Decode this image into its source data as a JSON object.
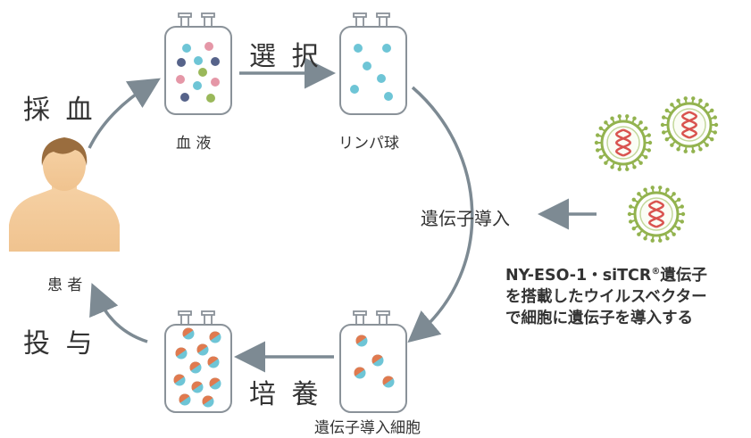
{
  "steps": {
    "collection": "採 血",
    "selection": "選 択",
    "gene_transfer": "遺伝子導入",
    "culture": "培 養",
    "administration": "投 与"
  },
  "bags": {
    "blood": "血 液",
    "lymphocytes": "リンパ球",
    "transduced_cells": "遺伝子導入細胞"
  },
  "patient_label": "患 者",
  "caption": {
    "line1_pre": "NY-ESO-1・siTCR",
    "line1_sup": "®",
    "line1_post": "遺伝子",
    "line2": "を搭載したウイルスベクター",
    "line3": "で細胞に遺伝子を導入する"
  },
  "colors": {
    "arrow": "#7d8a93",
    "bag_outline": "#8a9299",
    "skin": "#f3cc9c",
    "hair": "#9a6d3e",
    "cell_blue": "#6ec5d6",
    "cell_pink": "#e597a7",
    "cell_navy": "#56638a",
    "cell_green": "#9ab85a",
    "transduced_orange": "#e07a4f",
    "virus_green": "#93b34f",
    "dna_red": "#d9534f"
  }
}
